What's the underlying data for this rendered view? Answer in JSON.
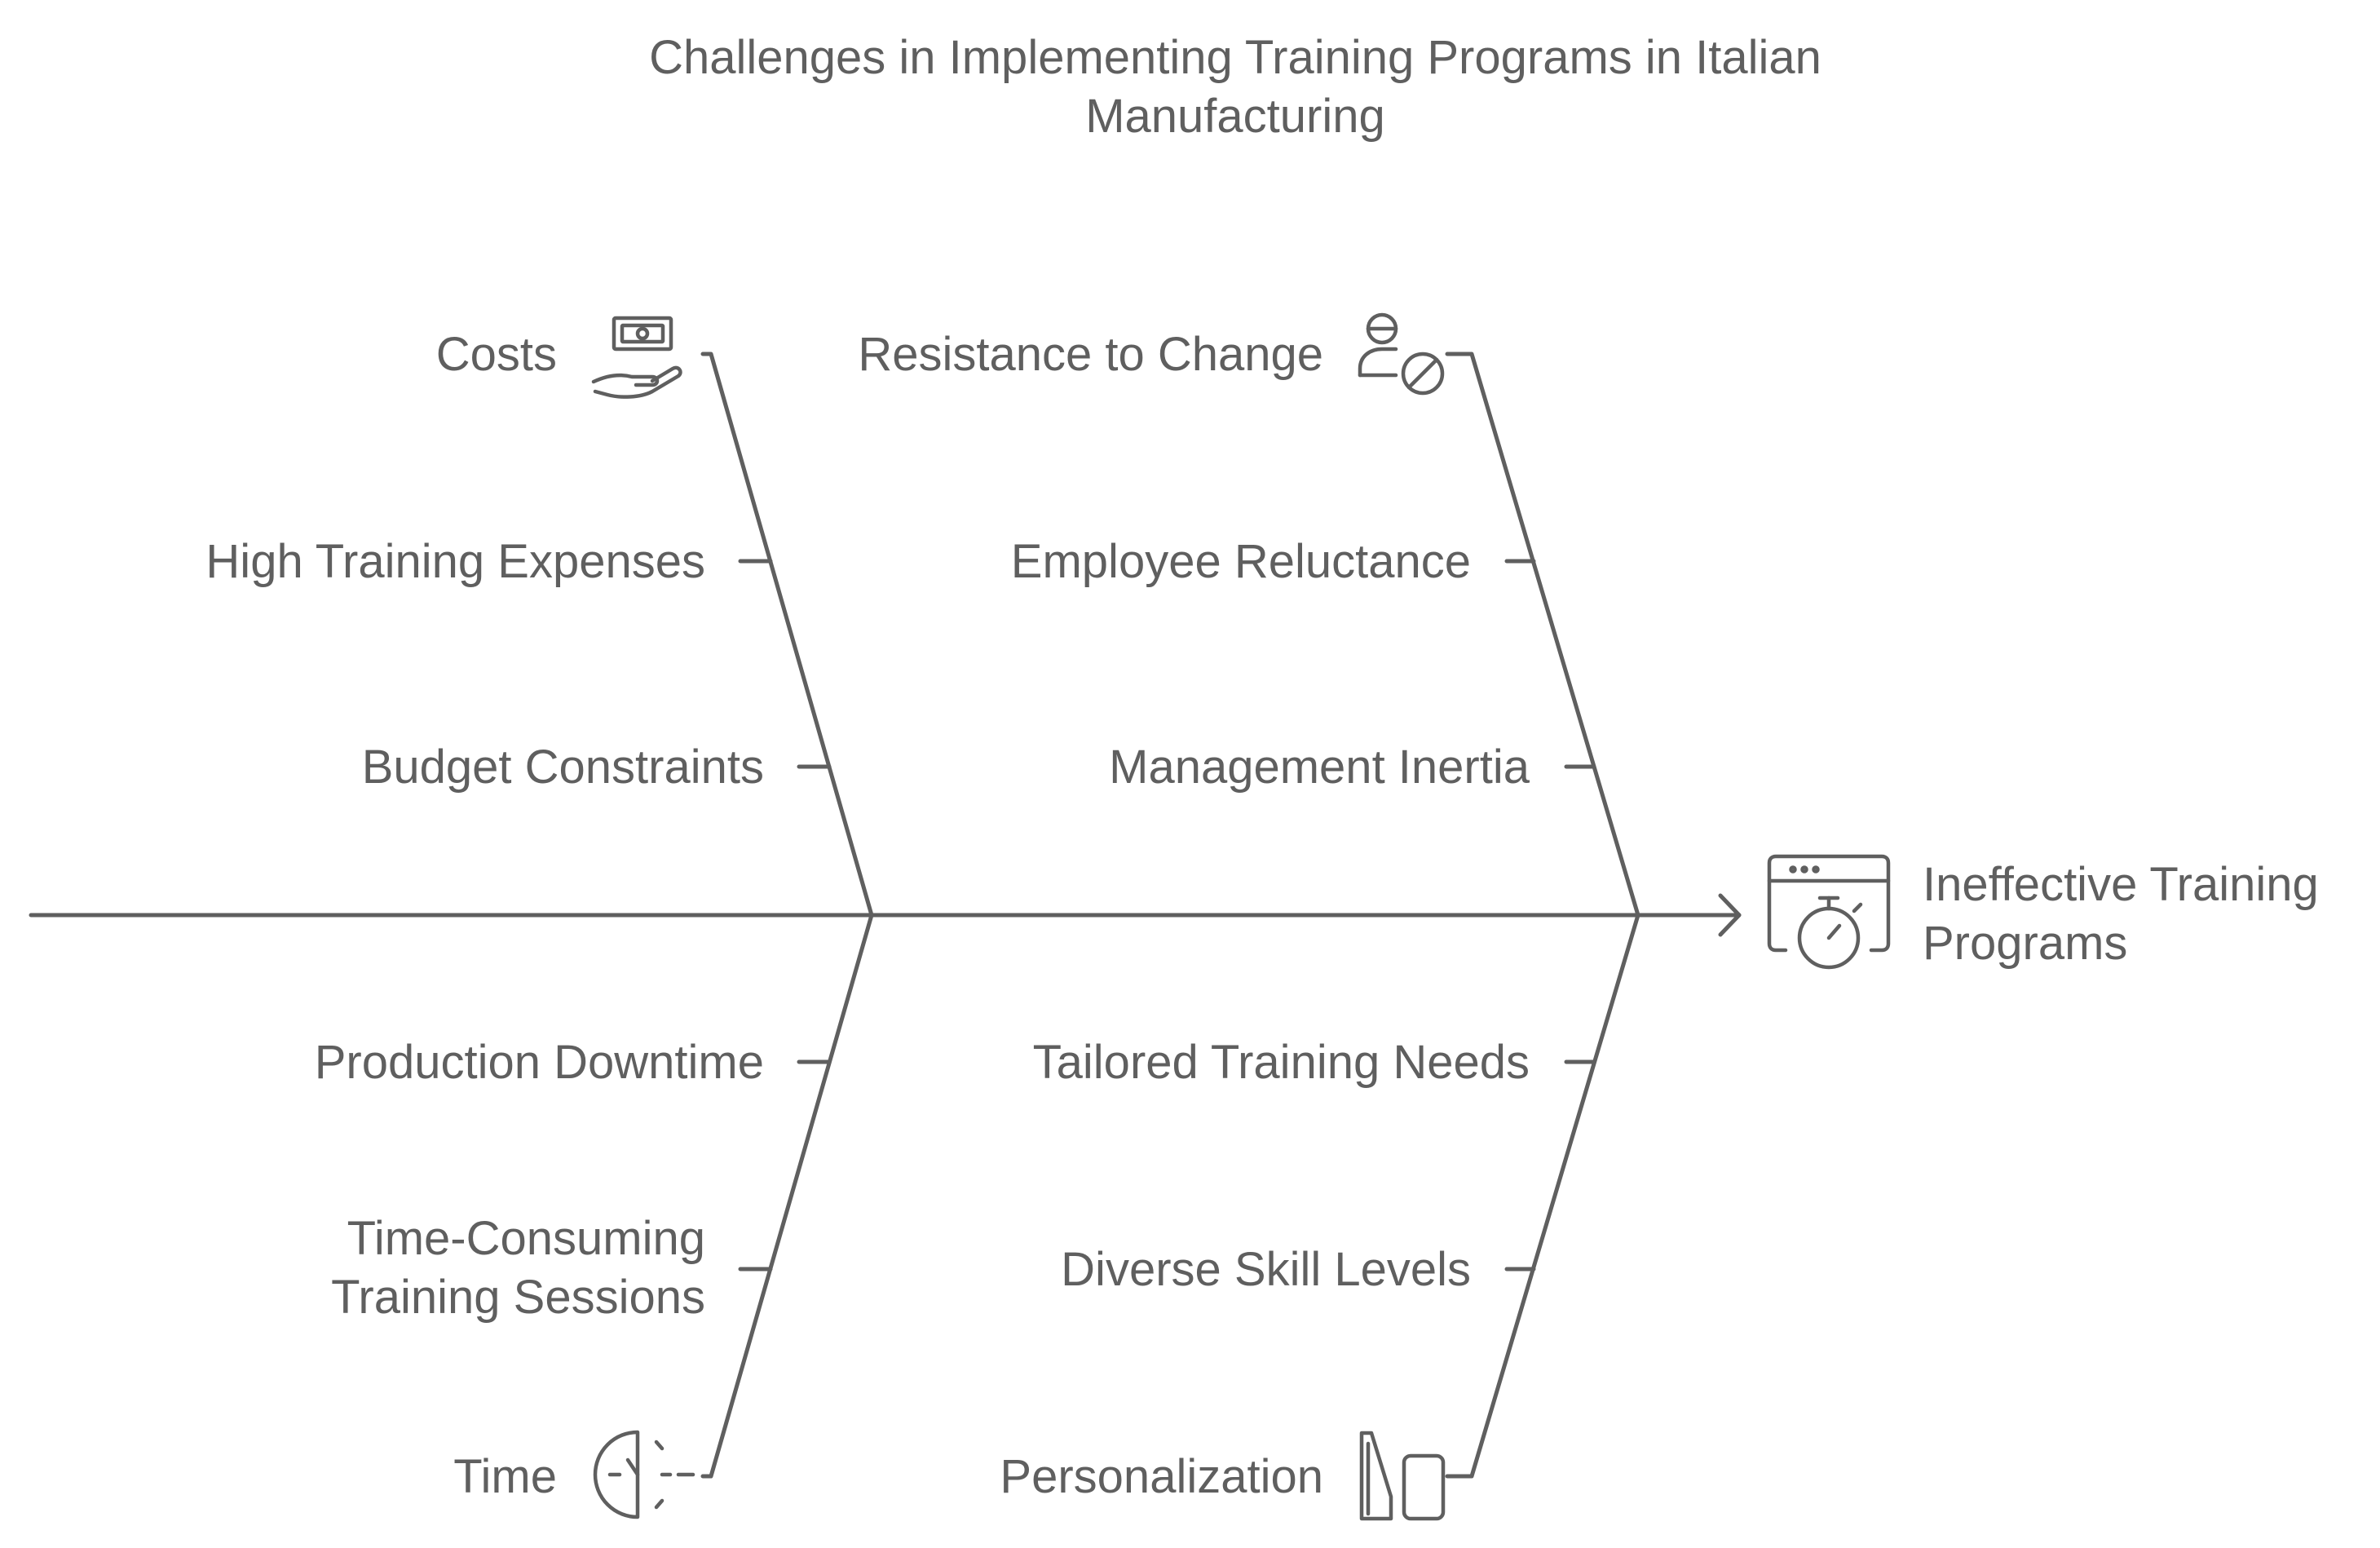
{
  "title": {
    "line1": "Challenges in Implementing Training Programs in Italian",
    "line2": "Manufacturing"
  },
  "effect": {
    "line1": "Ineffective Training",
    "line2": "Programs",
    "icon": "stopwatch-window-icon"
  },
  "categories": {
    "costs": {
      "label": "Costs",
      "icon": "money-hand-icon",
      "causes": [
        "High Training Expenses",
        "Budget Constraints"
      ]
    },
    "resistance": {
      "label": "Resistance to Change",
      "icon": "person-blocked-icon",
      "causes": [
        "Employee Reluctance",
        "Management Inertia"
      ]
    },
    "time": {
      "label": "Time",
      "icon": "half-clock-icon",
      "causes": [
        "Production Downtime"
      ],
      "cause_multiline": {
        "line1": "Time-Consuming",
        "line2": "Training Sessions"
      }
    },
    "personalization": {
      "label": "Personalization",
      "icon": "devices-icon",
      "causes": [
        "Tailored Training Needs",
        "Diverse Skill Levels"
      ]
    }
  },
  "colors": {
    "stroke": "#5f5f5f",
    "text": "#5f5f5f",
    "background": "#ffffff"
  }
}
